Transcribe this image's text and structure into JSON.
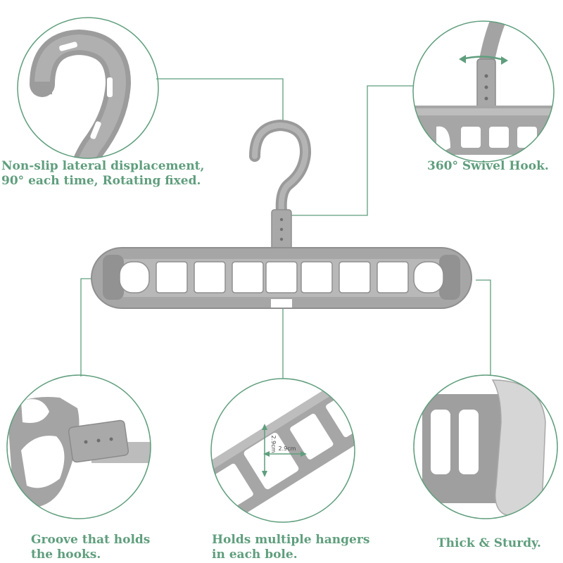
{
  "colors": {
    "accent": "#5f9e7d",
    "hanger_gray": "#9a9a9a",
    "hanger_light": "#c4c4c4",
    "background": "#ffffff"
  },
  "captions": {
    "top_left": {
      "line1": "Non-slip lateral displacement,",
      "line2": "90° each time, Rotating fixed."
    },
    "top_right": {
      "line1": "360° Swivel Hook."
    },
    "bottom_left": {
      "line1": "Groove that holds",
      "line2": "the hooks."
    },
    "bottom_center": {
      "line1": "Holds multiple hangers",
      "line2": "in each bole."
    },
    "bottom_right": {
      "line1": "Thick & Sturdy."
    }
  },
  "dimensions": {
    "hole_height": "2.9cm",
    "hole_width": "2.9cm"
  },
  "hanger": {
    "hole_count": 9
  }
}
